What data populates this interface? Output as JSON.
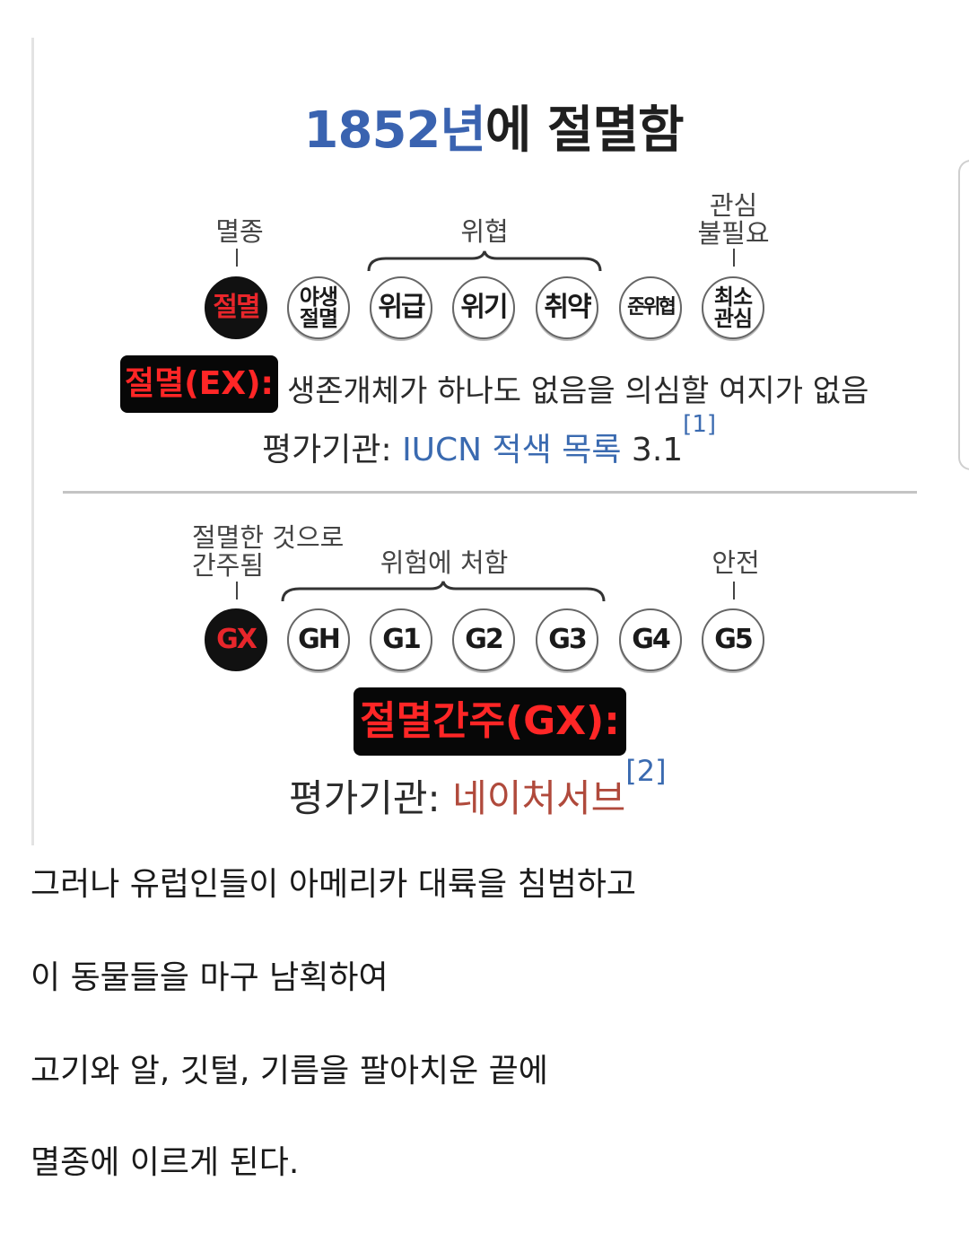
{
  "title": {
    "year": "1852년",
    "rest": "에 절멸함"
  },
  "iucn": {
    "labels": {
      "extinct": "멸종",
      "threatened": "위협",
      "least_concern": "관심\n불필요"
    },
    "circles": [
      "절멸",
      "야생\n절멸",
      "위급",
      "위기",
      "취약",
      "준위협",
      "최소\n관심"
    ],
    "badge": "절멸(EX):",
    "description": "생존개체가 하나도 없음을 의심할 여지가 없음",
    "org_prefix": "평가기관: ",
    "org_link": "IUCN 적색 목록",
    "org_version": " 3.1",
    "ref": "[1]"
  },
  "natureserve": {
    "labels": {
      "presumed_extinct": "절멸한 것으로\n간주됨",
      "at_risk": "위험에 처함",
      "secure": "안전"
    },
    "circles": [
      "GX",
      "GH",
      "G1",
      "G2",
      "G3",
      "G4",
      "G5"
    ],
    "badge": "절멸간주(GX):",
    "org_prefix": "평가기관: ",
    "org_link": "네이처서브",
    "ref": "[2]"
  },
  "paragraphs": [
    "그러나 유럽인들이 아메리카 대륙을 침범하고",
    "이 동물들을 마구 남획하여",
    "고기와 알, 깃털, 기름을 팔아치운 끝에",
    "멸종에 이르게 된다."
  ],
  "colors": {
    "year_blue": "#3a63b0",
    "badge_red": "#ff2626",
    "link_blue": "#3a6ab0",
    "link_red": "#b04a3c"
  }
}
